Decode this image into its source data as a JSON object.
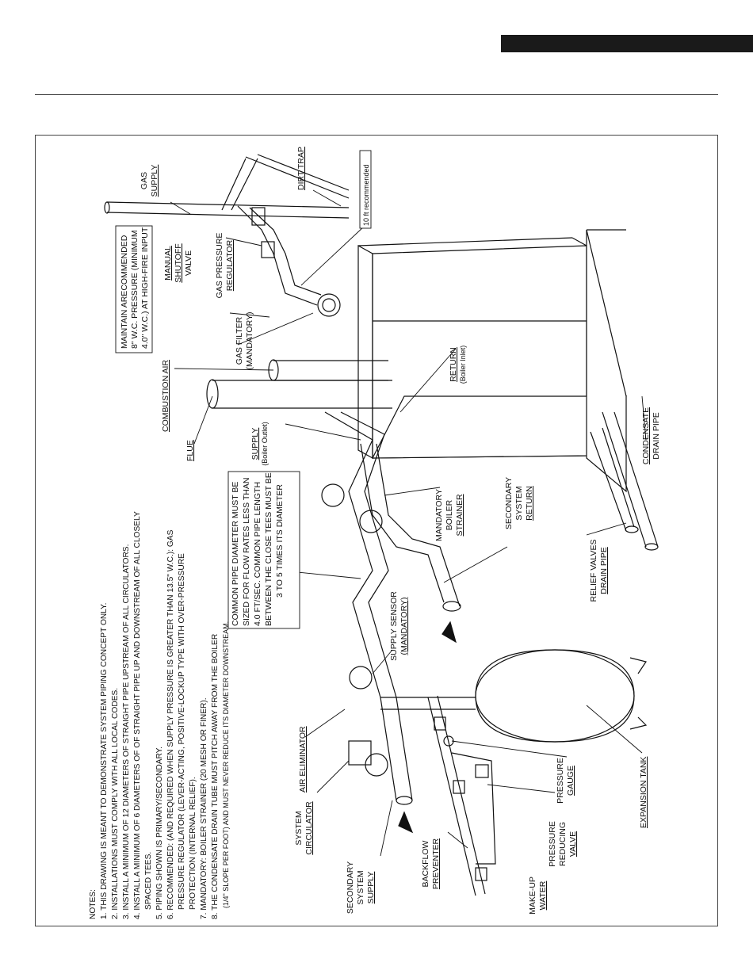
{
  "header": {
    "tab_text": ""
  },
  "notes": {
    "title": "NOTES:",
    "lines": [
      "1.  THIS DRAWING IS MEANT TO DEMONSTRATE SYSTEM PIPING CONCEPT ONLY.",
      "2.  INSTALLATIONS MUST COMPLY WITH ALL LOCAL CODES.",
      "3.  INSTALL A MINIMUM OF 12 DIAMETERS OF STRAIGHT PIPE UPSTREAM OF ALL CIRCULATORS.",
      "4.  INSTALL A MINIMUM OF 6 DIAMETERS OF OF STRAIGHT PIPE UP AND DOWNSTREAM OF ALL CLOSELY",
      "      SPACED TEES.",
      "5.  PIPING SHOWN IS PRIMARY/SECONDARY.",
      "6.  RECOMMENDED: (AND REQUIRED WHEN SUPPLY PRESSURE IS GREATER THAN 13.5\" W.C.): GAS",
      "      PRESSURE REGULATOR (LEVER-ACTING, POSITIVE-LOCKUP TYPE WITH OVER-PRESSURE",
      "      PROTECTION (INTERNAL RELIEF).",
      "7.  MANDATORY: BOILER STRAINER (20 MESH OR FINER).",
      "8.  THE CONDENSATE DRAIN TUBE MUST PITCH AWAY FROM THE BOILER"
    ],
    "line8b": "(1/4\" SLOPE PER FOOT) AND MUST NEVER REDUCE ITS DIAMETER DOWNSTREAM."
  },
  "callouts": {
    "gas_supply": [
      "GAS",
      "SUPPLY"
    ],
    "dirt_trap": "DIRT TRAP",
    "ten_ft": "10 ft recommended",
    "maintain": [
      "MAINTAIN ARECOMMENDED",
      "8\" W.C. PRESSURE (MINIMUM",
      "4.0\" W.C.) AT HIGH-FIRE INPUT"
    ],
    "manual_shutoff": [
      "MANUAL",
      "SHUTOFF",
      "VALVE"
    ],
    "gas_pressure_regulator": [
      "GAS PRESSURE",
      "REGULATOR"
    ],
    "gas_filter": [
      "GAS FILTER",
      "(MANDATORY)"
    ],
    "return": [
      "RETURN",
      "(Boiler Inlet)"
    ],
    "combustion_air": "COMBUSTION AIR",
    "flue": "FLUE",
    "supply": [
      "SUPPLY",
      "(Boiler Outlet)"
    ],
    "condensate_drain": [
      "CONDENSATE",
      "DRAIN PIPE"
    ],
    "common_pipe": [
      "COMMON PIPE DIAMETER MUST BE",
      "SIZED FOR FLOW RATES LESS THAN",
      "4.0 FT/SEC. COMMON PIPE LENGTH",
      "BETWEEN THE CLOSE TEES MUST BE",
      "3 TO 5 TIMES ITS DIAMETER"
    ],
    "mandatory_strainer": [
      "MANDATORY",
      "BOILER",
      "STRAINER"
    ],
    "secondary_return": [
      "SECONDARY",
      "SYSTEM",
      "RETURN"
    ],
    "relief_valves": [
      "RELIEF VALVES",
      "DRAIN PIPE"
    ],
    "supply_sensor": [
      "SUPPLY SENSOR",
      "(MANDATORY)"
    ],
    "air_eliminator": "AIR ELIMINATOR",
    "system_circulator": [
      "SYSTEM",
      "CIRCULATOR"
    ],
    "secondary_supply": [
      "SECONDARY",
      "SYSTEM",
      "SUPPLY"
    ],
    "backflow": [
      "BACKFLOW",
      "PREVENTER"
    ],
    "makeup": [
      "MAKE-UP",
      "WATER"
    ],
    "pressure_reducing": [
      "PRESSURE",
      "REDUCING",
      "VALVE"
    ],
    "pressure_gauge": [
      "PRESSURE",
      "GAUGE"
    ],
    "expansion_tank": "EXPANSION TANK"
  }
}
